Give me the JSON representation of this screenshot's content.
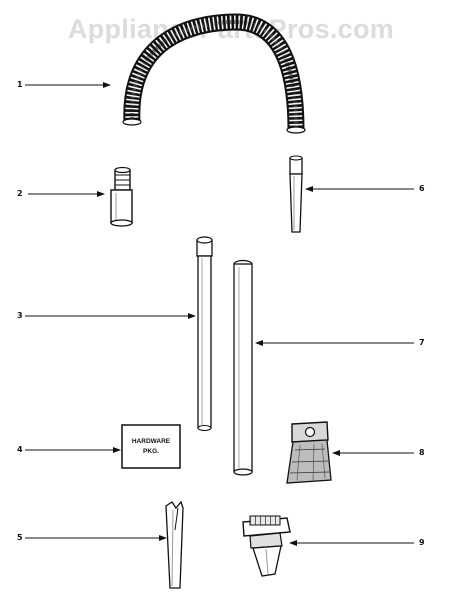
{
  "watermark": "AppliancePartsPros.com",
  "callouts": [
    "1",
    "2",
    "3",
    "4",
    "5",
    "6",
    "7",
    "8",
    "9"
  ],
  "hardware_box": {
    "line1": "HARDWARE",
    "line2": "PKG."
  }
}
